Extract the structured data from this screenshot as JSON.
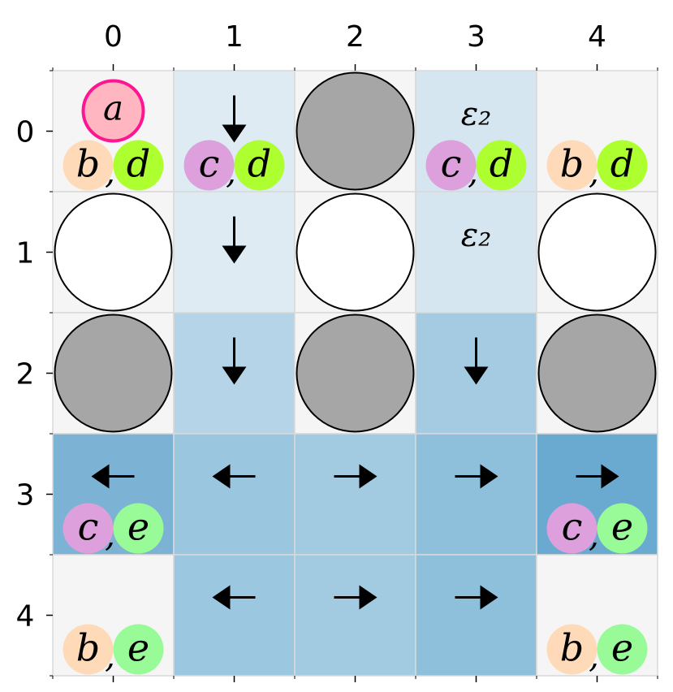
{
  "axes": {
    "x_ticks": [
      "0",
      "1",
      "2",
      "3",
      "4"
    ],
    "y_ticks": [
      "0",
      "1",
      "2",
      "3",
      "4"
    ]
  },
  "colors": {
    "background_cell": "#f5f5f5",
    "gridline": "#d9d9d9",
    "wall": "#a6a6a6",
    "empty_circle": "#ffffff",
    "agent": "#ffb6c1",
    "agent_ring": "#ff1493",
    "b": "#ffdab9",
    "c": "#dda0dd",
    "d": "#adff2f",
    "e": "#98fb98"
  },
  "cells": [
    {
      "row": 0,
      "col": 0,
      "fill": "#f5f5f5"
    },
    {
      "row": 0,
      "col": 1,
      "fill": "#deebf3",
      "arrow": "down"
    },
    {
      "row": 0,
      "col": 2,
      "fill": "#f5f5f5",
      "circle": "wall"
    },
    {
      "row": 0,
      "col": 3,
      "fill": "#d6e6f0",
      "text": "ε₂"
    },
    {
      "row": 0,
      "col": 4,
      "fill": "#f5f5f5"
    },
    {
      "row": 1,
      "col": 0,
      "fill": "#f5f5f5",
      "circle": "empty"
    },
    {
      "row": 1,
      "col": 1,
      "fill": "#deebf3",
      "arrow": "down"
    },
    {
      "row": 1,
      "col": 2,
      "fill": "#f5f5f5",
      "circle": "empty"
    },
    {
      "row": 1,
      "col": 3,
      "fill": "#d6e6f0",
      "text": "ε₂"
    },
    {
      "row": 1,
      "col": 4,
      "fill": "#f5f5f5",
      "circle": "empty"
    },
    {
      "row": 2,
      "col": 0,
      "fill": "#f5f5f5",
      "circle": "wall"
    },
    {
      "row": 2,
      "col": 1,
      "fill": "#b6d4e8",
      "arrow": "down"
    },
    {
      "row": 2,
      "col": 2,
      "fill": "#f5f5f5",
      "circle": "wall"
    },
    {
      "row": 2,
      "col": 3,
      "fill": "#a4cbe2",
      "arrow": "down"
    },
    {
      "row": 2,
      "col": 4,
      "fill": "#f5f5f5",
      "circle": "wall"
    },
    {
      "row": 3,
      "col": 0,
      "fill": "#7cb3d4",
      "arrow": "left"
    },
    {
      "row": 3,
      "col": 1,
      "fill": "#9ac6df",
      "arrow": "left"
    },
    {
      "row": 3,
      "col": 2,
      "fill": "#a2cbe2",
      "arrow": "right"
    },
    {
      "row": 3,
      "col": 3,
      "fill": "#8ec0dc",
      "arrow": "right"
    },
    {
      "row": 3,
      "col": 4,
      "fill": "#6aaad0",
      "arrow": "right"
    },
    {
      "row": 4,
      "col": 0,
      "fill": "#f5f5f5"
    },
    {
      "row": 4,
      "col": 1,
      "fill": "#9cc7e0",
      "arrow": "left"
    },
    {
      "row": 4,
      "col": 2,
      "fill": "#a2cbe2",
      "arrow": "right"
    },
    {
      "row": 4,
      "col": 3,
      "fill": "#8ec0dc",
      "arrow": "right"
    },
    {
      "row": 4,
      "col": 4,
      "fill": "#f5f5f5"
    }
  ],
  "agent": {
    "row": 0,
    "col": 0,
    "label": "a"
  },
  "pairs": [
    {
      "row": 0,
      "col": 0,
      "left": "b",
      "right": "d"
    },
    {
      "row": 0,
      "col": 1,
      "left": "c",
      "right": "d"
    },
    {
      "row": 0,
      "col": 3,
      "left": "c",
      "right": "d"
    },
    {
      "row": 0,
      "col": 4,
      "left": "b",
      "right": "d"
    },
    {
      "row": 3,
      "col": 0,
      "left": "c",
      "right": "e"
    },
    {
      "row": 3,
      "col": 4,
      "left": "c",
      "right": "e"
    },
    {
      "row": 4,
      "col": 0,
      "left": "b",
      "right": "e"
    },
    {
      "row": 4,
      "col": 4,
      "left": "b",
      "right": "e"
    }
  ]
}
